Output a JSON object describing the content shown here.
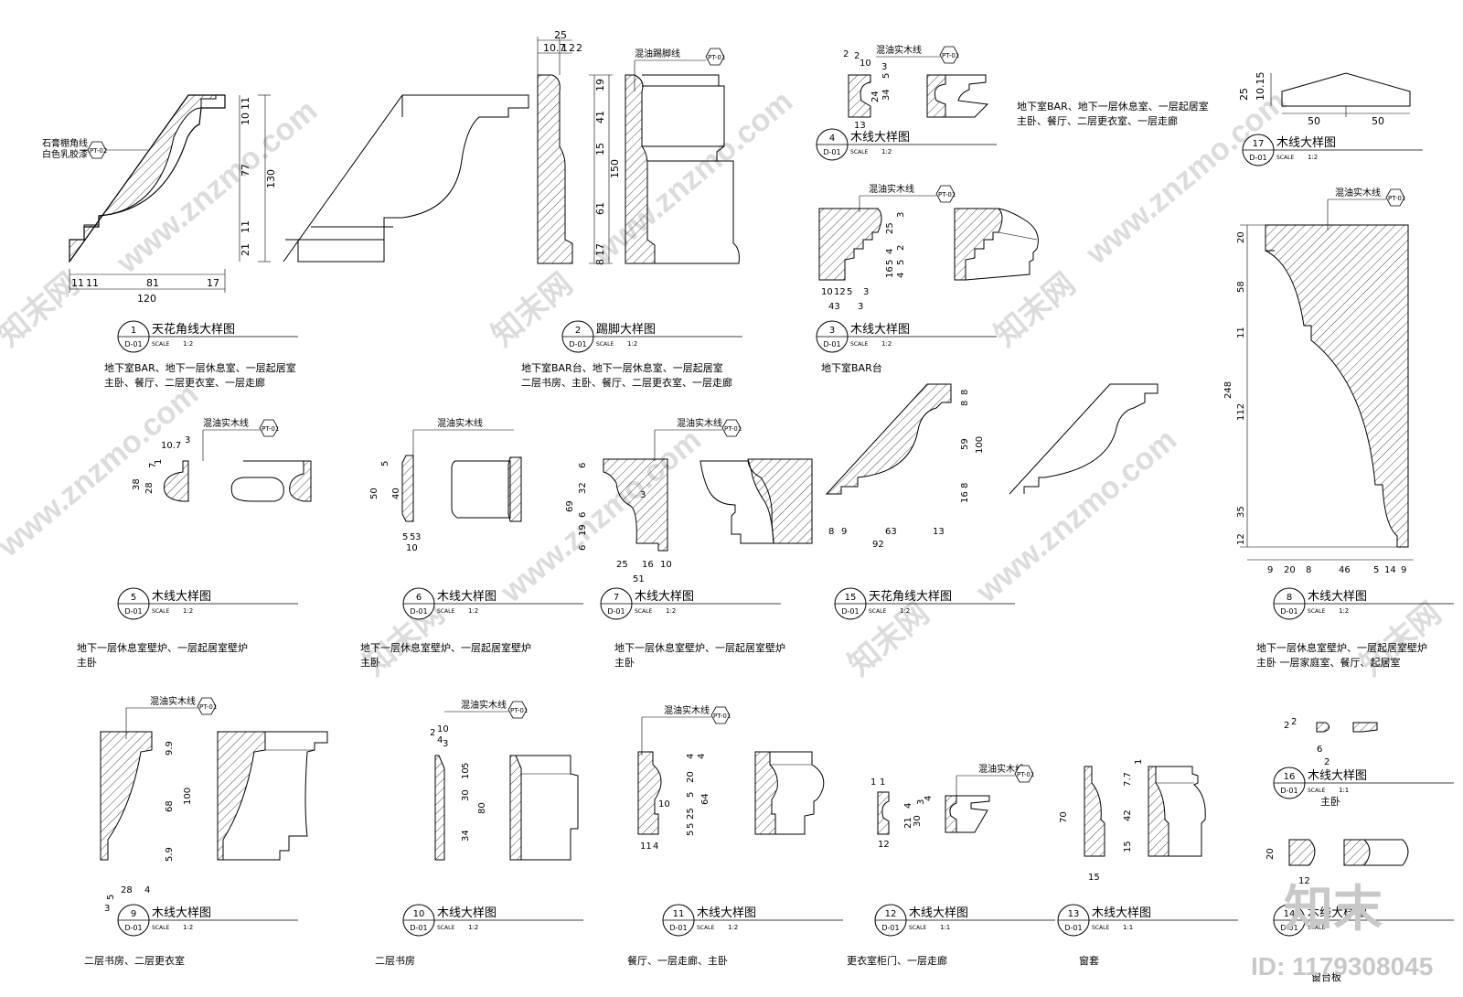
{
  "details": [
    {
      "num": "1",
      "sheet": "D-01",
      "title": "天花角线大样图",
      "scale": "1:2",
      "note1": "地下室BAR、地下一层休息室、一层起居室",
      "note2": "主卧、餐厅、二层更衣室、一层走廊"
    },
    {
      "num": "2",
      "sheet": "D-01",
      "title": "踢脚大样图",
      "scale": "1:2",
      "note1": "地下室BAR台、地下一层休息室、一层起居室",
      "note2": "二层书房、主卧、餐厅、二层更衣室、一层走廊"
    },
    {
      "num": "4",
      "sheet": "D-01",
      "title": "木线大样图",
      "scale": "1:2",
      "note1": "",
      "note2": ""
    },
    {
      "num": "3",
      "sheet": "D-01",
      "title": "木线大样图",
      "scale": "1:2",
      "note1": "地下室BAR台",
      "note2": ""
    },
    {
      "num": "17",
      "sheet": "D-01",
      "title": "木线大样图",
      "scale": "1:2",
      "note1": "",
      "note2": ""
    },
    {
      "num": "5",
      "sheet": "D-01",
      "title": "木线大样图",
      "scale": "1:2",
      "note1": "地下一层休息室壁炉、一层起居室壁炉",
      "note2": "主卧"
    },
    {
      "num": "6",
      "sheet": "D-01",
      "title": "木线大样图",
      "scale": "1:2",
      "note1": "地下一层休息室壁炉、一层起居室壁炉",
      "note2": "主卧"
    },
    {
      "num": "7",
      "sheet": "D-01",
      "title": "木线大样图",
      "scale": "1:2",
      "note1": "地下一层休息室壁炉、一层起居室壁炉",
      "note2": "主卧"
    },
    {
      "num": "15",
      "sheet": "D-01",
      "title": "天花角线大样图",
      "scale": "1:2",
      "note1": "",
      "note2": ""
    },
    {
      "num": "8",
      "sheet": "D-01",
      "title": "木线大样图",
      "scale": "1:2",
      "note1": "地下一层休息室壁炉、一层起居室壁炉",
      "note2": "主卧      一层家庭室、餐厅、起居室"
    },
    {
      "num": "9",
      "sheet": "D-01",
      "title": "木线大样图",
      "scale": "1:2",
      "note1": "二层书房、二层更衣室",
      "note2": ""
    },
    {
      "num": "10",
      "sheet": "D-01",
      "title": "木线大样图",
      "scale": "1:2",
      "note1": "二层书房",
      "note2": ""
    },
    {
      "num": "11",
      "sheet": "D-01",
      "title": "木线大样图",
      "scale": "1:2",
      "note1": "餐厅、一层走廊、主卧",
      "note2": ""
    },
    {
      "num": "12",
      "sheet": "D-01",
      "title": "木线大样图",
      "scale": "1:1",
      "note1": "更衣室柜门、一层走廊",
      "note2": ""
    },
    {
      "num": "13",
      "sheet": "D-01",
      "title": "木线大样图",
      "scale": "1:1",
      "note1": "窗套",
      "note2": ""
    },
    {
      "num": "16",
      "sheet": "D-01",
      "title": "木线大样图",
      "scale": "1:1",
      "note1": "主卧",
      "note2": ""
    },
    {
      "num": "14",
      "sheet": "D-01",
      "title": "木线大样图",
      "scale": "",
      "note1": "窗台板",
      "note2": ""
    }
  ],
  "scale_word": "SCALE",
  "tags": {
    "pt01": "PT-01",
    "pt02": "PT-02"
  },
  "material_notes": {
    "ceiling_1": [
      "石膏棚角线",
      "白色乳胶漆"
    ],
    "skirting": "混油踢脚线",
    "solid_wood": "混油实木线"
  },
  "top_note": [
    "地下室BAR、地下一层休息室、一层起居室",
    "主卧、餐厅、二层更衣室、一层走廊"
  ],
  "dims": {
    "d1_v": [
      "11",
      "10",
      "77",
      "130",
      "11",
      "21"
    ],
    "d1_h": [
      "11",
      "11",
      "81",
      "17",
      "120"
    ],
    "d2_top": [
      "25",
      "10.7",
      "1",
      "2",
      "2"
    ],
    "d2_v": [
      "19",
      "41",
      "15",
      "150",
      "61",
      "17",
      "8"
    ],
    "d4": [
      "2",
      "2",
      "10",
      "5",
      "24",
      "34",
      "13",
      "3"
    ],
    "d3": [
      "25",
      "3",
      "4",
      "5",
      "2",
      "5",
      "16",
      "4",
      "10",
      "12",
      "5",
      "43",
      "3",
      "3"
    ],
    "d17": [
      "25",
      "10.15",
      "50",
      "50"
    ],
    "d5": [
      "10.7",
      "3",
      "7",
      "1",
      "38",
      "28"
    ],
    "d6": [
      "5",
      "40",
      "50",
      "5",
      "5",
      "10",
      "3"
    ],
    "d7": [
      "6",
      "32",
      "69",
      "3",
      "6",
      "19",
      "6",
      "25",
      "16",
      "10",
      "51"
    ],
    "d15": [
      "8",
      "8",
      "59",
      "100",
      "16",
      "8",
      "8",
      "9",
      "63",
      "13",
      "92"
    ],
    "d8": [
      "20",
      "58",
      "11",
      "248",
      "112",
      "35",
      "12",
      "9",
      "20",
      "8",
      "46",
      "5",
      "14",
      "9"
    ],
    "d9": [
      "9.9",
      "68",
      "100",
      "5.9",
      "28",
      "4",
      "5",
      "3"
    ],
    "d10": [
      "2",
      "10",
      "4",
      "3",
      "5",
      "10",
      "30",
      "80",
      "34"
    ],
    "d11": [
      "4",
      "4",
      "20",
      "5",
      "25",
      "64",
      "10",
      "5",
      "5",
      "11",
      "4"
    ],
    "d12": [
      "1",
      "1",
      "4",
      "3",
      "21",
      "30",
      "4",
      "12"
    ],
    "d13": [
      "1",
      "7.7",
      "70",
      "42",
      "15",
      "15"
    ],
    "d16": [
      "2",
      "2",
      "6",
      "2"
    ],
    "d14": [
      "20",
      "12"
    ]
  },
  "watermark": {
    "url": "www.znzmo.com",
    "brand": "知末网",
    "logo": "知末",
    "id_label": "ID: 1179308045"
  },
  "colors": {
    "ink": "#000000",
    "watermark": "#d8d8d8"
  }
}
